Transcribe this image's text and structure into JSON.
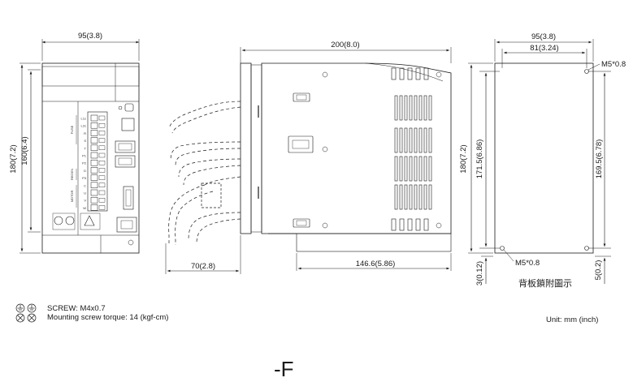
{
  "front_view": {
    "width_label": "95(3.8)",
    "height_label": "180(7.2)",
    "inner_height_label": "160(6.4)"
  },
  "side_view": {
    "depth_label": "200(8.0)",
    "bottom_label": "146.6(5.86)",
    "cable_label": "70(2.8)"
  },
  "rear_view": {
    "width_label": "95(3.8)",
    "hole_spacing_label": "81(3.24)",
    "height_label": "180(7.2)",
    "hole_height_left_label": "171.5(6.86)",
    "hole_height_right_label": "169.5(6.78)",
    "screw_top_label": "M5*0.8",
    "screw_bottom_label": "M5*0.8",
    "bottom_offset_left_label": "3(0.12)",
    "bottom_offset_right_label": "5(0.2)",
    "caption": "背板鎖附圖示"
  },
  "notes": {
    "screw_line": "SCREW: M4x0.7",
    "torque_line": "Mounting screw torque: 14 (kgf-cm)",
    "unit": "Unit: mm (inch)"
  },
  "model_suffix": "-F",
  "terminal_labels": [
    "L1c",
    "L2c",
    "R",
    "S",
    "T",
    "P1",
    "P2",
    "D",
    "P3",
    "C",
    "U",
    "V",
    "W"
  ],
  "group_labels": [
    "FUSE",
    "REGEN",
    "MOTOR"
  ],
  "icons": [
    "ground-symbol-icon",
    "mounting-screw-icon"
  ]
}
